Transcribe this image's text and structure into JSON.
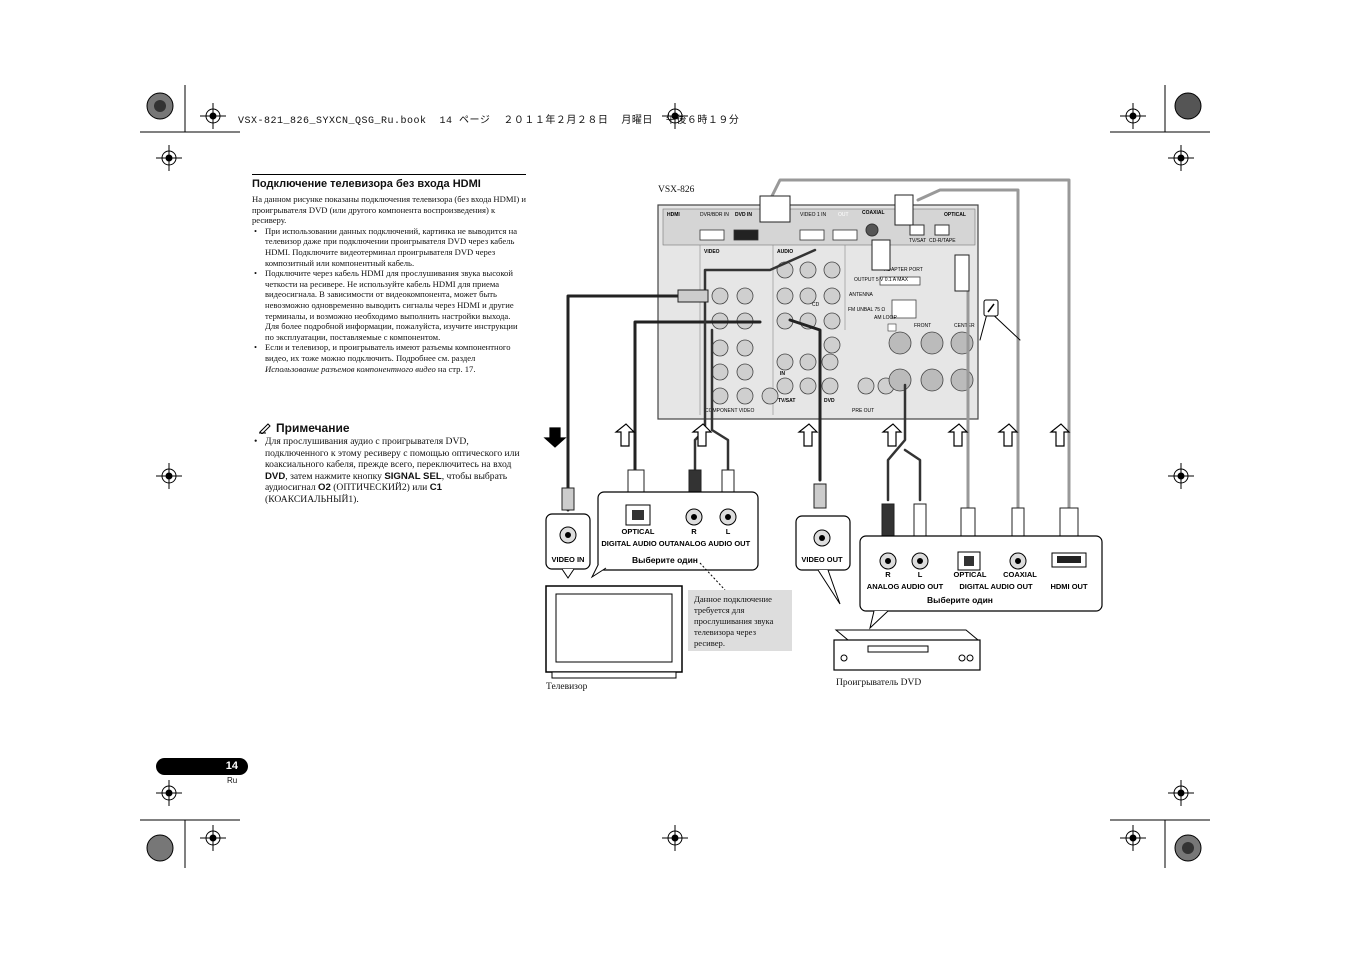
{
  "header": {
    "file_line": "VSX-821_826_SYXCN_QSG_Ru.book  14 ページ  ２０１１年２月２８日  月曜日  午後６時１９分"
  },
  "section": {
    "title": "Подключение телевизора без входа HDMI",
    "intro": "На данном рисунке показаны подключения телевизора (без входа HDMI) и проигрывателя DVD (или другого компонента воспроизведения) к ресиверу.",
    "bullets": [
      "При использовании данных подключений, картинка не выводится на телевизор даже при подключении проигрывателя DVD через кабель HDMI. Подключите видеотерминал проигрывателя DVD через композитный или компонентный кабель.",
      "Подключите через кабель HDMI для прослушивания звука высокой четкости на ресивере. Не используйте кабель HDMI для приема видеосигнала. В зависимости от видеокомпонента, может быть невозможно одновременно выводить сигналы через HDMI и другие терминалы, и возможно необходимо выполнить настройки выхода. Для более подробной информации, пожалуйста, изучите инструкции по эксплуатации, поставляемые с компонентом."
    ],
    "bullet3": {
      "text": "Если и телевизор, и проигрыватель имеют разъемы компонентного видео, их тоже можно подключить. Подробнее см. раздел",
      "italic": "Использование разъемов компонентного видео",
      "after": "на стр. 17."
    }
  },
  "note": {
    "title": "Примечание",
    "t1": "Для прослушивания аудио с проигрывателя DVD, подключенного к этому ресиверу с помощью оптического или коаксиального кабеля, прежде всего, переключитесь на вход",
    "b1": "DVD",
    "t2": ", затем нажмите кнопку",
    "b2": "SIGNAL SEL",
    "t3": ", чтобы выбрать аудиосигнал",
    "b3": "O2",
    "t4": "(ОПТИЧЕСКИЙ2) или",
    "b4": "C1",
    "t5": "(КОАКСИАЛЬНЫЙ1)."
  },
  "diagram": {
    "model": "VSX-826",
    "receiver_labels": {
      "hdmi": "HDMI",
      "dvr_bdr_in": "DVR/BDR IN",
      "dvd_in": "DVD IN",
      "video1_in": "VIDEO 1 IN",
      "out": "OUT",
      "coaxial": "COAXIAL",
      "optical": "OPTICAL",
      "video": "VIDEO",
      "audio": "AUDIO",
      "adapter_port": "ADAPTER PORT",
      "antenna": "ANTENNA",
      "front": "FRONT",
      "center": "CENTER",
      "component_video": "COMPONENT VIDEO",
      "pre_out": "PRE OUT",
      "tv_sat": "TV/SAT",
      "dvd": "DVD",
      "in": "IN",
      "cd": "CD",
      "tvsat_in": "TV/SAT",
      "cdr_tape": "CD-R/TAPE",
      "am_loop": "AM LOOP",
      "fm": "FM UNBAL 75 Ω",
      "output": "OUTPUT 5 V 0.1 A MAX"
    },
    "tv_box": {
      "video_in": "VIDEO IN",
      "optical": "OPTICAL",
      "digital_audio_out": "DIGITAL AUDIO OUT",
      "r": "R",
      "l": "L",
      "analog_audio_out": "ANALOG AUDIO OUT",
      "select_one": "Выберите один"
    },
    "dvd_video_out": "VIDEO OUT",
    "dvd_box": {
      "r": "R",
      "l": "L",
      "analog_audio_out": "ANALOG AUDIO OUT",
      "optical": "OPTICAL",
      "coaxial": "COAXIAL",
      "digital_audio_out": "DIGITAL AUDIO OUT",
      "hdmi_out": "HDMI OUT",
      "select_one": "Выберите один"
    },
    "callout": "Данное подключение требуется для прослушивания звука телевизора через ресивер.",
    "tv_caption": "Телевизор",
    "dvd_caption": "Проигрыватель DVD"
  },
  "page": {
    "number": "14",
    "lang": "Ru"
  }
}
